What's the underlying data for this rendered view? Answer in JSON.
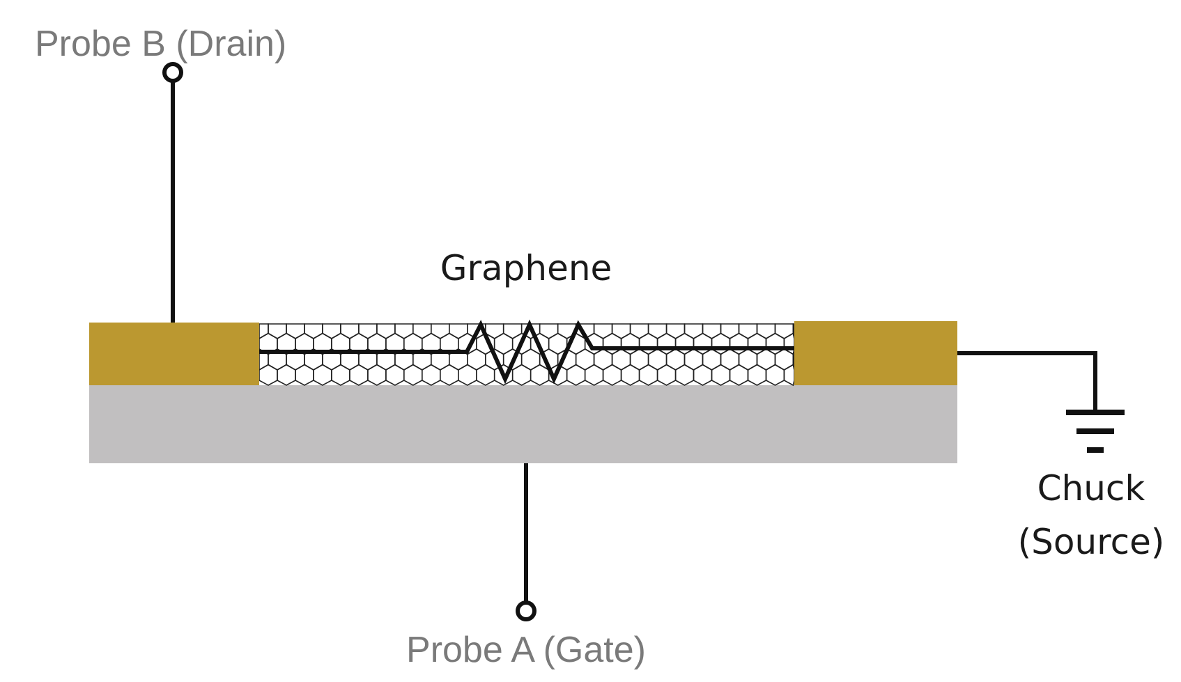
{
  "labels": {
    "probe_b": "Probe B (Drain)",
    "probe_a": "Probe A (Gate)",
    "graphene": "Graphene",
    "chuck_line1": "Chuck",
    "chuck_line2": "(Source)"
  },
  "colors": {
    "contact": "#bb9830",
    "substrate": "#c1bfc0",
    "wire": "#111111",
    "lattice": "#222222",
    "probe_text": "#7a7a7a"
  },
  "icons": {
    "resistor": "resistor-zigzag-icon",
    "ground": "ground-icon",
    "probe_terminal": "probe-terminal-circle-icon"
  }
}
